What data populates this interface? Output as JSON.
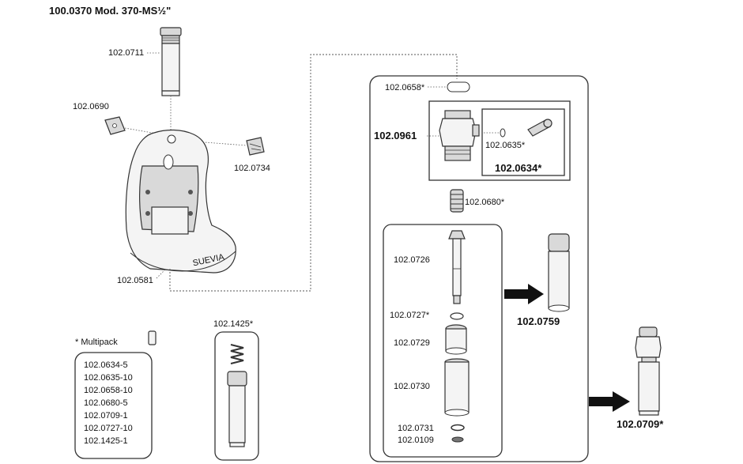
{
  "title": "100.0370 Mod. 370-MS½\"",
  "parts": {
    "p0711": "102.0711",
    "p0690": "102.0690",
    "p0734": "102.0734",
    "p0581": "102.0581",
    "p0658": "102.0658*",
    "p0961": "102.0961",
    "p0635": "102.0635*",
    "p0634": "102.0634*",
    "p0680": "102.0680*",
    "p0726": "102.0726",
    "p0727": "102.0727*",
    "p0729": "102.0729",
    "p0730": "102.0730",
    "p0731": "102.0731",
    "p0109": "102.0109",
    "p0759": "102.0759",
    "p0709": "102.0709*",
    "p1425": "102.1425*"
  },
  "bowl_mark": "SUEVIA",
  "multipack": {
    "heading": "* Multipack",
    "items": [
      "102.0634-5",
      "102.0635-10",
      "102.0658-10",
      "102.0680-5",
      "102.0709-1",
      "102.0727-10",
      "102.1425-1"
    ]
  }
}
